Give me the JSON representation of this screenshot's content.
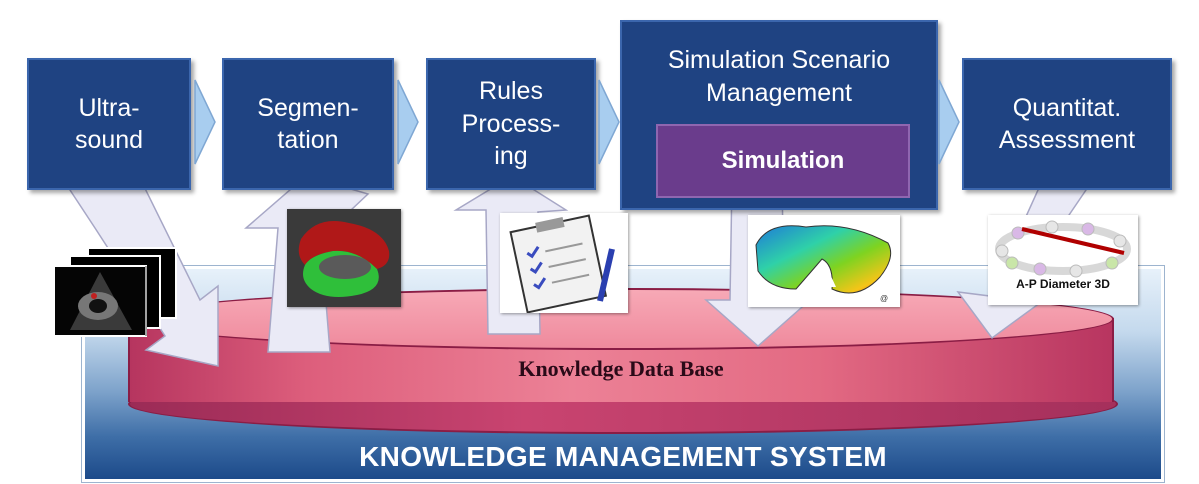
{
  "processes": [
    {
      "label": "Ultra-\nsound"
    },
    {
      "label": "Segmen-\ntation"
    },
    {
      "label": "Rules\nProcess-\ning"
    },
    {
      "label": "Simulation Scenario\nManagement",
      "inner_label": "Simulation"
    },
    {
      "label": "Quantitat.\nAssessment"
    }
  ],
  "database": {
    "label": "Knowledge Data Base"
  },
  "system": {
    "label": "KNOWLEDGE MANAGEMENT SYSTEM"
  },
  "images": {
    "ultrasound": "ultrasound-stack-icon",
    "segmentation": "heart-valve-segmentation-icon",
    "rules": "clipboard-checklist-icon",
    "simulation": "valve-stress-map-icon",
    "diameter": {
      "icon": "ap-diameter-ring-icon",
      "caption": "A-P Diameter 3D"
    }
  },
  "colors": {
    "process_box": "#1f4382",
    "simulation_box": "#6a3c8c",
    "arrow": "#eaeaf7",
    "chevron": "#9fc6ec",
    "database": "#e57890",
    "system_panel": "#2a5a9a"
  }
}
